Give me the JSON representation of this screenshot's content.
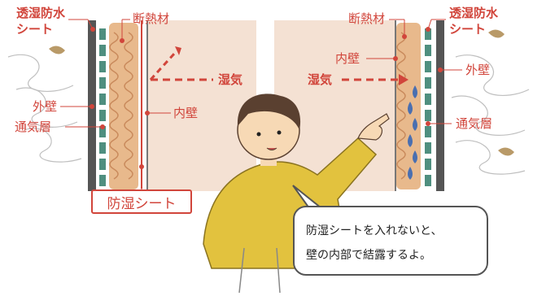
{
  "left_diagram": {
    "breathable_sheet_label_line1": "透湿防水",
    "breathable_sheet_label_line2": "シート",
    "insulation_label": "断熱材",
    "moisture_label": "湿気",
    "outer_wall_label": "外壁",
    "air_layer_label": "通気層",
    "inner_wall_label": "内壁",
    "vapor_barrier_label": "防湿シート"
  },
  "right_diagram": {
    "insulation_label": "断熱材",
    "breathable_sheet_label_line1": "透湿防水",
    "breathable_sheet_label_line2": "シート",
    "inner_wall_label": "内壁",
    "moisture_label": "湿気",
    "outer_wall_label": "外壁",
    "air_layer_label": "通気層"
  },
  "speech_bubble": {
    "line1": "防湿シートを入れないと、",
    "line2": "壁の内部で結露するよ。"
  },
  "colors": {
    "label_red": "#d1453b",
    "wall_panel": "#f4e1d3",
    "insulation": "#e8b98c",
    "air_layer": "#4f8f7f",
    "condensation": "#4a6fb0",
    "shirt": "#e2c23e"
  }
}
